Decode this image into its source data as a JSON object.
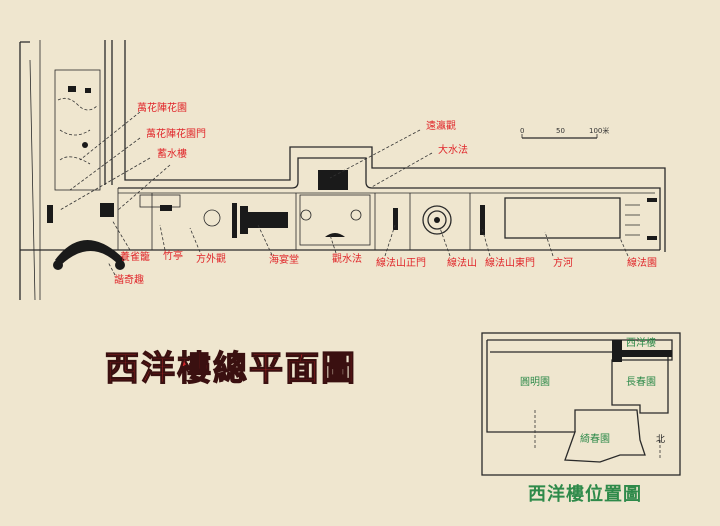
{
  "main_plan": {
    "title": "西洋樓總平面圖",
    "scale_bar": {
      "ticks": [
        "0",
        "50",
        "100米"
      ]
    },
    "labels": {
      "wanhuazhen_garden": "萬花陣花園",
      "wanhuazhen_gate": "萬花陣花園門",
      "xushui_lou": "蓄水樓",
      "yangque_long": "養雀籠",
      "zhu_ting": "竹亭",
      "fangwai_guan": "方外觀",
      "haiyan_tang": "海宴堂",
      "guanshui_fa": "觀水法",
      "xieqi_qu": "諧奇趣",
      "yuanying_guan": "遠瀛觀",
      "da_shuifa": "大水法",
      "xianfashan_main_gate": "線法山正門",
      "xianfa_shan": "線法山",
      "xianfashan_east_gate": "線法山東門",
      "fang_he": "方河",
      "xianfa_yuan": "線法園"
    }
  },
  "location_map": {
    "title": "西洋樓位置圖",
    "labels": {
      "xiyanglou": "西洋樓",
      "yuanmingyuan": "圓明園",
      "changchunyuan": "長春園",
      "qichunyuan": "綺春園",
      "north": "北"
    }
  },
  "colors": {
    "background": "#efe6cf",
    "label_red": "#e0262a",
    "label_green": "#2e8a4a"
  }
}
